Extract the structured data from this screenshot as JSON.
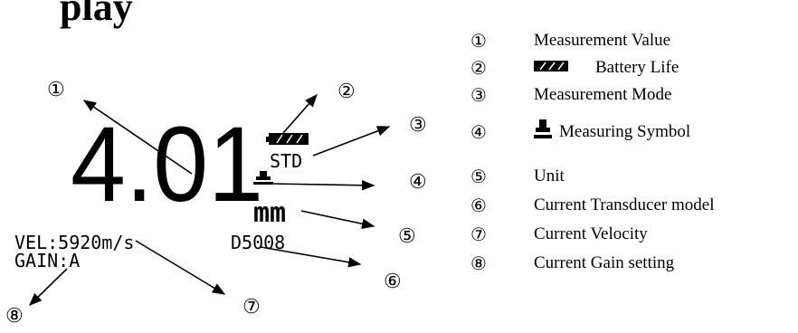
{
  "title_fragment": "play",
  "display": {
    "reading": "4.01",
    "battery_icon": "battery-icon",
    "mode": "STD",
    "measure_icon": "measuring-symbol-icon",
    "unit": "mm",
    "velocity": "VEL:5920m/s",
    "gain": "GAIN:A",
    "transducer": "D5008"
  },
  "callouts": [
    "①",
    "②",
    "③",
    "④",
    "⑤",
    "⑥",
    "⑦",
    "⑧"
  ],
  "legend": [
    {
      "num": "①",
      "label": "Measurement Value"
    },
    {
      "num": "②",
      "label": "Battery Life",
      "icon": "battery-icon"
    },
    {
      "num": "③",
      "label": "Measurement Mode"
    },
    {
      "num": "④",
      "label": "Measuring Symbol",
      "icon": "measuring-symbol-icon"
    },
    {
      "num": "⑤",
      "label": "Unit"
    },
    {
      "num": "⑥",
      "label": "Current Transducer model"
    },
    {
      "num": "⑦",
      "label": "Current Velocity"
    },
    {
      "num": "⑧",
      "label": "Current Gain setting"
    }
  ]
}
